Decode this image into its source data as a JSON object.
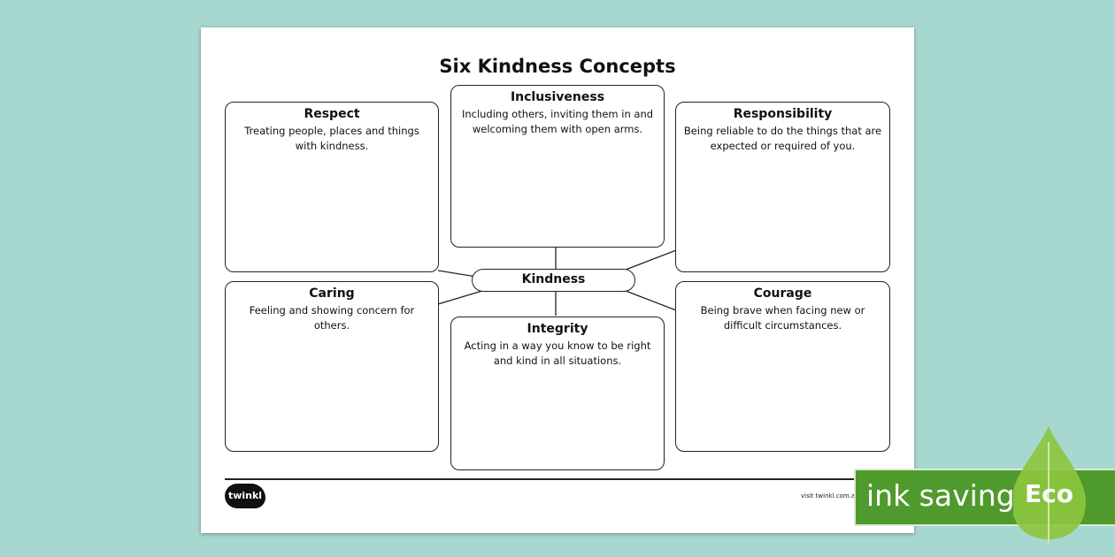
{
  "worksheet": {
    "title": "Six Kindness Concepts",
    "center_label": "Kindness",
    "concepts": [
      {
        "title": "Respect",
        "description": "Treating people, places and things with kindness."
      },
      {
        "title": "Inclusiveness",
        "description": "Including others, inviting them in and welcoming them with open arms."
      },
      {
        "title": "Responsibility",
        "description": "Being reliable to do the things that are expected or required of you."
      },
      {
        "title": "Caring",
        "description": "Feeling and showing concern for others."
      },
      {
        "title": "Integrity",
        "description": "Acting in a way you know to be right and kind in all situations."
      },
      {
        "title": "Courage",
        "description": "Being brave when facing new or difficult circumstances."
      }
    ]
  },
  "footer": {
    "logo_text": "twinkl",
    "visit_text": "visit twinkl.com.a"
  },
  "eco_badge": {
    "text": "ink saving",
    "label": "Eco"
  },
  "colors": {
    "background": "#a6d8d0",
    "eco_green": "#4e9a2c"
  }
}
